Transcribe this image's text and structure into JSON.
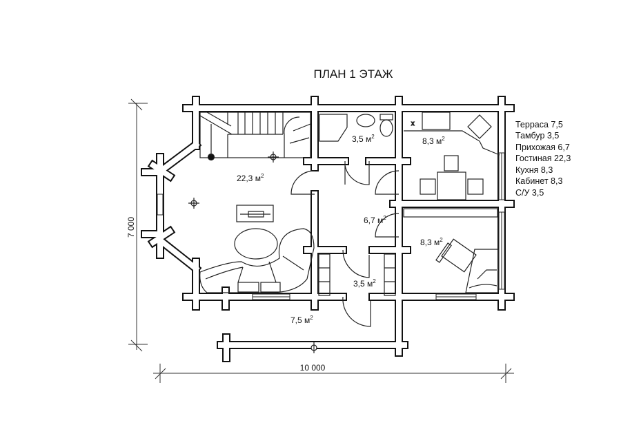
{
  "title": "ПЛАН 1 ЭТАЖ",
  "rooms": [
    {
      "name": "Гостиная",
      "area": "22,3 м",
      "unit_sup": "2"
    },
    {
      "name": "С/У",
      "area": "3,5 м",
      "unit_sup": "2"
    },
    {
      "name": "Кухня",
      "area": "8,3 м",
      "unit_sup": "2"
    },
    {
      "name": "Прихожая",
      "area": "6,7 м",
      "unit_sup": "2"
    },
    {
      "name": "Кабинет",
      "area": "8,3 м",
      "unit_sup": "2"
    },
    {
      "name": "Тамбур",
      "area": "3,5 м",
      "unit_sup": "2"
    },
    {
      "name": "Терраса",
      "area": "7,5 м",
      "unit_sup": "2"
    }
  ],
  "legend": [
    "Терраса 7,5",
    "Тамбур 3,5",
    "Прихожая 6,7",
    "Гостиная 22,3",
    "Кухня 8,3",
    "Кабинет 8,3",
    "С/У 3,5"
  ],
  "dimensions": {
    "height": "7 000",
    "width": "10 000"
  }
}
